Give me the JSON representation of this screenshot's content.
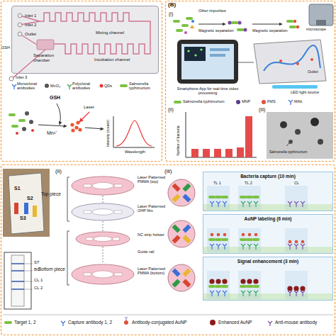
{
  "diagram": {
    "nodes": [
      {
        "text": [
          "Inlet 1",
          "Inlet 2",
          "Outlet",
          "Mixing channel",
          "Separation chamber",
          "Incubation channel"
        ]
      },
      {
        "text": [
          "Smartphone App for real-time video processing"
        ]
      },
      {
        "text": [
          "Laser Patterned PMMA (top)"
        ]
      },
      {
        "text": [
          "Laser Patterned OHP film"
        ]
      },
      {
        "text": [
          "NC strip holster"
        ]
      },
      {
        "text": [
          "Laser Patterned PMMA (bottom)"
        ]
      },
      {
        "text": [
          "Bacteria capture (10 min)",
          "TL 1",
          "TL 2",
          "CL"
        ]
      },
      {
        "text": [
          "AuNP labeling (6 min)"
        ]
      },
      {
        "text": [
          "Signal enhancement (3 min)"
        ]
      }
    ],
    "edges": [
      {
        "from": 2,
        "to": 3,
        "arrow": "none"
      },
      {
        "from": 3,
        "to": 4,
        "arrow": "none"
      },
      {
        "from": 4,
        "to": 5,
        "arrow": "none"
      }
    ],
    "labels": [
      "GSH",
      "Inlet 3",
      "GSH",
      "Laser",
      "Mn²⁺",
      "Intensity (counts)",
      "Wavelength",
      "(B)",
      "(i)",
      "Other impurities",
      "Magnetic separation",
      "Magnetic separation",
      "microscope",
      "Outlet",
      "LED light source",
      "(ii)",
      "Number of bacteria",
      "(iii)",
      "Salmonella typhimurium",
      "S1",
      "S2",
      "S3",
      "ST",
      "BC",
      "CL 1",
      "CL 2",
      "(ii)",
      "Top piece",
      "Guide rail",
      "Bottom piece",
      "(iii)"
    ],
    "legend": [
      {
        "text": "Monoclonal antibodies"
      },
      {
        "text": "MnO₂"
      },
      {
        "text": "Polyclonal antibodies"
      },
      {
        "text": "QDs"
      },
      {
        "text": "Salmonella typhimurium"
      },
      {
        "text": "Salmonella typhimurium"
      },
      {
        "text": "MNP"
      },
      {
        "text": "FMS"
      },
      {
        "text": "MAb"
      },
      {
        "text": "Target 1, 2"
      },
      {
        "text": "Capture antibody 1, 2"
      },
      {
        "text": "Antibody-conjugated AuNP"
      },
      {
        "text": "Enhanced AuNP"
      },
      {
        "text": "Anti-mouse antibody"
      }
    ]
  }
}
